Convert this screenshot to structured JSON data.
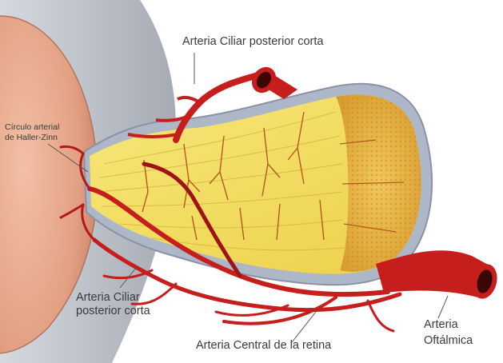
{
  "labels": {
    "short_posterior_ciliary_top": "Arteria Ciliar posterior corta",
    "zinn_haller_circle_line1": "Círculo arterial",
    "zinn_haller_circle_line2": "de Haller-Zinn",
    "short_posterior_ciliary_bottom_line1": "Arteria Ciliar",
    "short_posterior_ciliary_bottom_line2": "posterior corta",
    "central_retinal_artery": "Arteria Central de la retina",
    "ophthalmic_artery_line1": "Arteria",
    "ophthalmic_artery_line2": "Oftálmica"
  },
  "colors": {
    "artery": "#c61d1d",
    "artery_dark": "#7a0c0c",
    "nerve_yellow": "#f3dc55",
    "nerve_section": "#e8b640",
    "sheath": "#a9b3c4",
    "sclera": "#c9ccd2",
    "eye_tissue": "#e9a98c",
    "label_text": "#3a3a3a"
  }
}
